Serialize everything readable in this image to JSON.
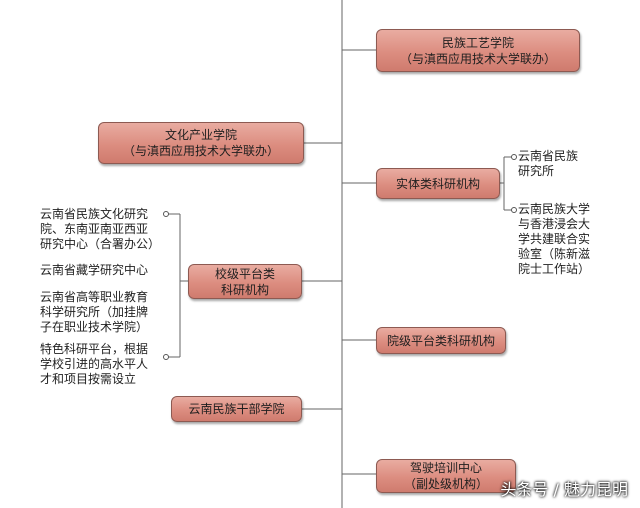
{
  "nodes": {
    "ethnic_craft": {
      "line1": "民族工艺学院",
      "line2": "（与滇西应用技术大学联办）"
    },
    "cultural_industry": {
      "line1": "文化产业学院",
      "line2": "（与滇西应用技术大学联办）"
    },
    "entity_research": {
      "line1": "实体类科研机构"
    },
    "school_platform": {
      "line1": "校级平台类",
      "line2": "科研机构"
    },
    "college_platform": {
      "line1": "院级平台类科研机构"
    },
    "cadre_college": {
      "line1": "云南民族干部学院"
    },
    "driving_center": {
      "line1": "驾驶培训中心",
      "line2": "（副处级机构）"
    }
  },
  "right_notes": {
    "ethnic_institute": [
      "云南省民族",
      "研究所"
    ],
    "joint_lab": [
      "云南民族大学",
      "与香港浸会大",
      "学共建联合实",
      "验室（陈新滋",
      "院士工作站）"
    ]
  },
  "left_notes": {
    "culture_center": [
      "云南省民族文化研究",
      "院、东南亚南亚西亚",
      "研究中心（合署办公）"
    ],
    "tibetology": [
      "云南省藏学研究中心"
    ],
    "vocational": [
      "云南省高等职业教育",
      "科学研究所（加挂牌",
      "子在职业技术学院）"
    ],
    "special": [
      "特色科研平台，根据",
      "学校引进的高水平人",
      "才和项目按需设立"
    ]
  },
  "watermark": "头条号 / 魅力昆明",
  "colors": {
    "box_fill": "#dc8d80",
    "box_border": "#8d5a52",
    "line": "#666666"
  }
}
